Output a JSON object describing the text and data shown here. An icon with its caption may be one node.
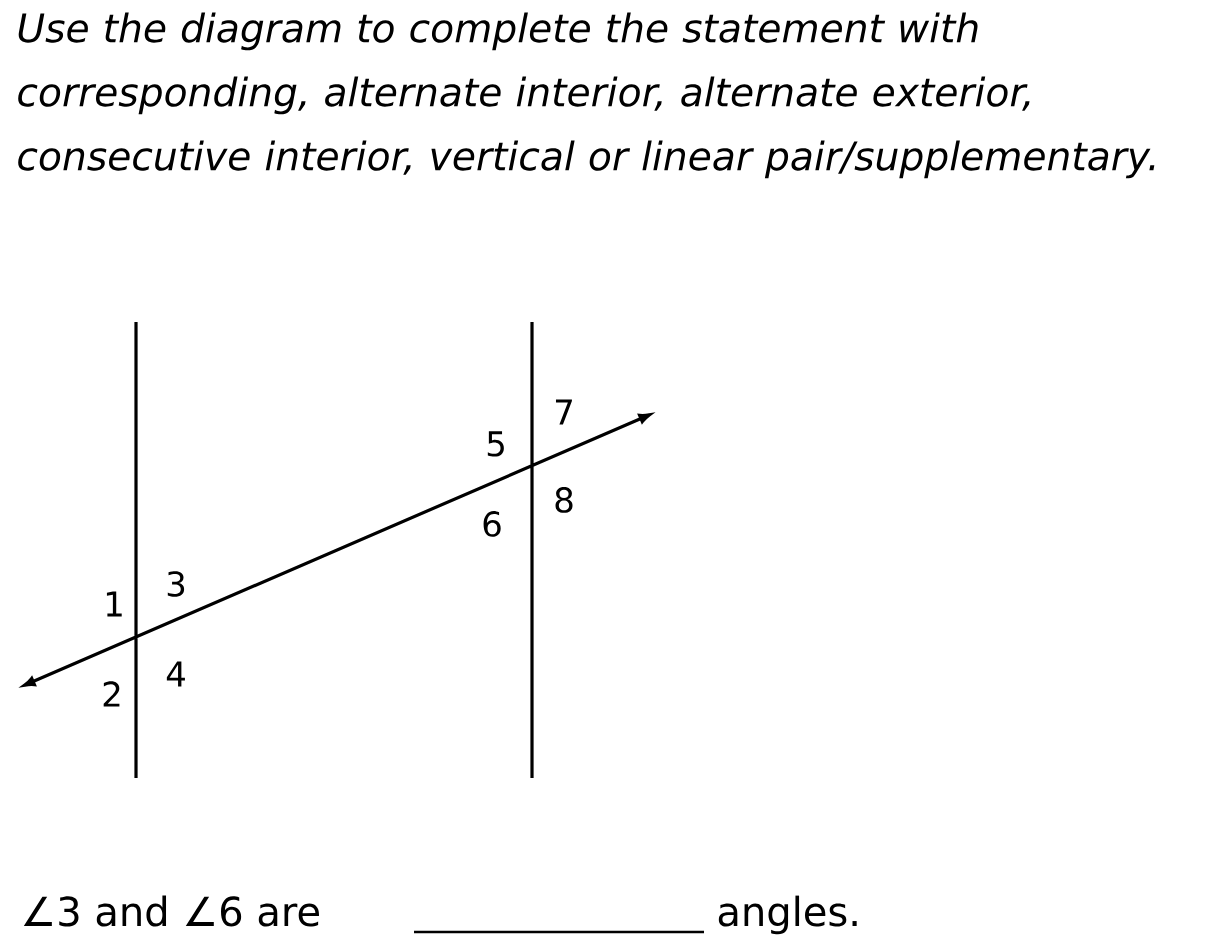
{
  "diagram": {
    "title": "Use the diagram to complete the statement with corresponding, alternate interior, alternate exterior, consecutive interior, vertical or linear pair/supplementary.",
    "labels": [
      "1",
      "3",
      "2",
      "4",
      "5",
      "7",
      "6",
      "8",
      "∠3 and ∠6 are",
      "angles."
    ]
  }
}
